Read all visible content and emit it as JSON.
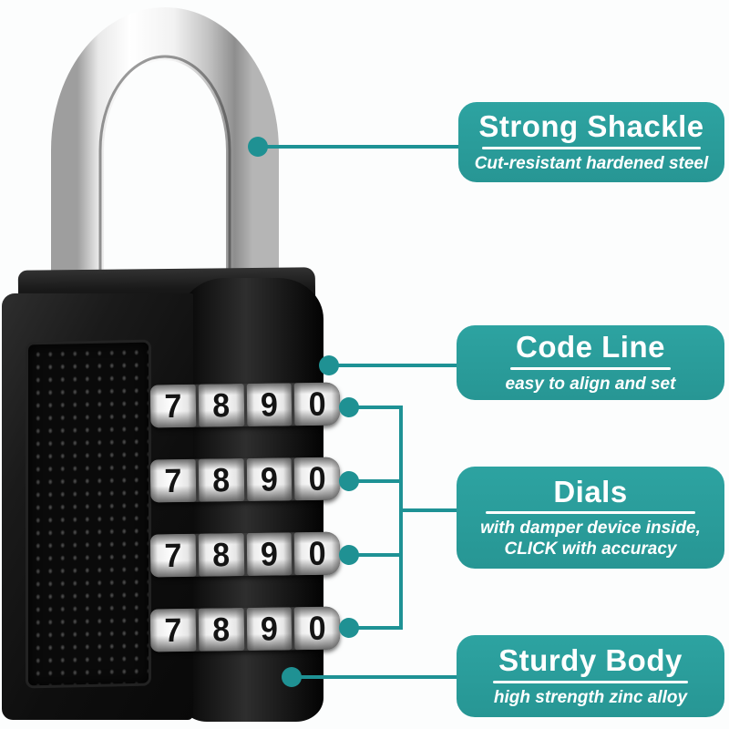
{
  "colors": {
    "teal_box": "#2a9d9b",
    "teal_line": "#1e9295",
    "body_black": "#111111",
    "dial_silver": "#ececec",
    "digit_black": "#141414",
    "shackle_chrome": "#e8e8e8",
    "background": "#fcfdfd"
  },
  "callouts": [
    {
      "id": "strong-shackle",
      "title": "Strong Shackle",
      "subtitle_lines": [
        "Cut-resistant hardened steel"
      ]
    },
    {
      "id": "code-line",
      "title": "Code Line",
      "subtitle_lines": [
        "easy to align and set"
      ]
    },
    {
      "id": "dials",
      "title": "Dials",
      "subtitle_lines": [
        "with damper device inside,",
        "CLICK with accuracy"
      ]
    },
    {
      "id": "sturdy-body",
      "title": "Sturdy Body",
      "subtitle_lines": [
        "high strength zinc alloy"
      ]
    }
  ],
  "lock": {
    "dial_rows": [
      {
        "digits": [
          "7",
          "8",
          "9",
          "0"
        ]
      },
      {
        "digits": [
          "7",
          "8",
          "9",
          "0"
        ]
      },
      {
        "digits": [
          "7",
          "8",
          "9",
          "0"
        ]
      },
      {
        "digits": [
          "7",
          "8",
          "9",
          "0"
        ]
      }
    ]
  }
}
